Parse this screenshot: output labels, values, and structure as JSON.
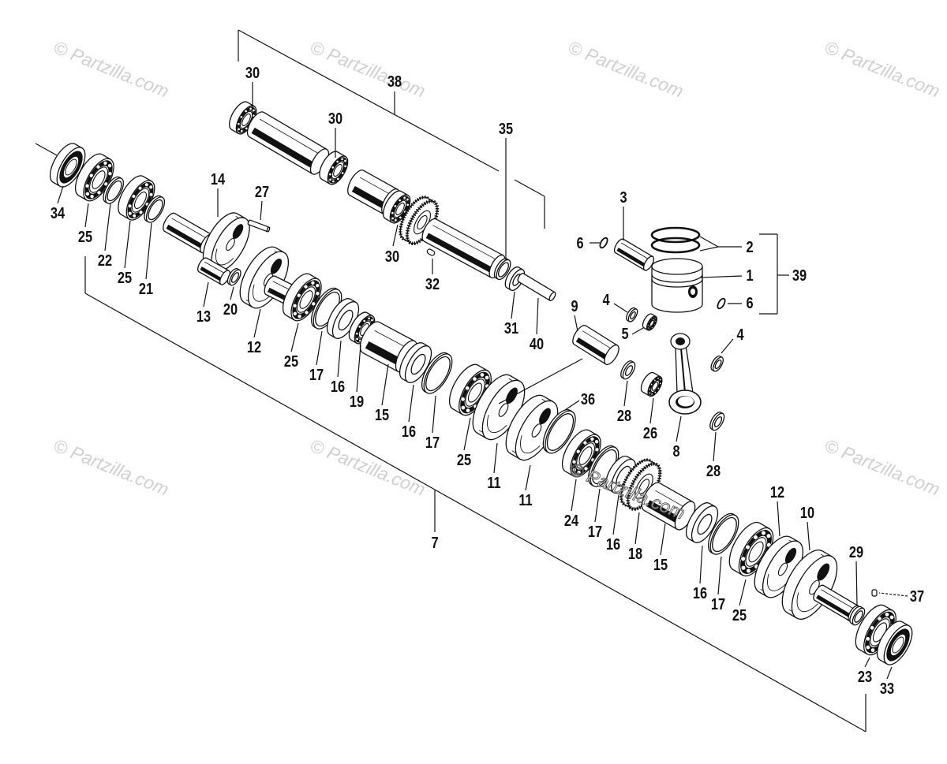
{
  "diagram": {
    "watermark": "© Partzilla.com",
    "callouts": [
      "30",
      "38",
      "30",
      "35",
      "14",
      "27",
      "3",
      "34",
      "25",
      "22",
      "25",
      "21",
      "30",
      "32",
      "6",
      "2",
      "39",
      "1",
      "6",
      "13",
      "20",
      "12",
      "25",
      "17",
      "16",
      "19",
      "15",
      "31",
      "40",
      "9",
      "4",
      "5",
      "4",
      "16",
      "17",
      "25",
      "36",
      "28",
      "26",
      "8",
      "28",
      "11",
      "11",
      "24",
      "17",
      "16",
      "18",
      "15",
      "12",
      "10",
      "7",
      "16",
      "17",
      "25",
      "29",
      "37",
      "23",
      "33"
    ]
  },
  "colors": {
    "ink": "#111111",
    "paper": "#ffffff",
    "watermark": "#d0d0d0",
    "watermark_strong": "#555555"
  }
}
